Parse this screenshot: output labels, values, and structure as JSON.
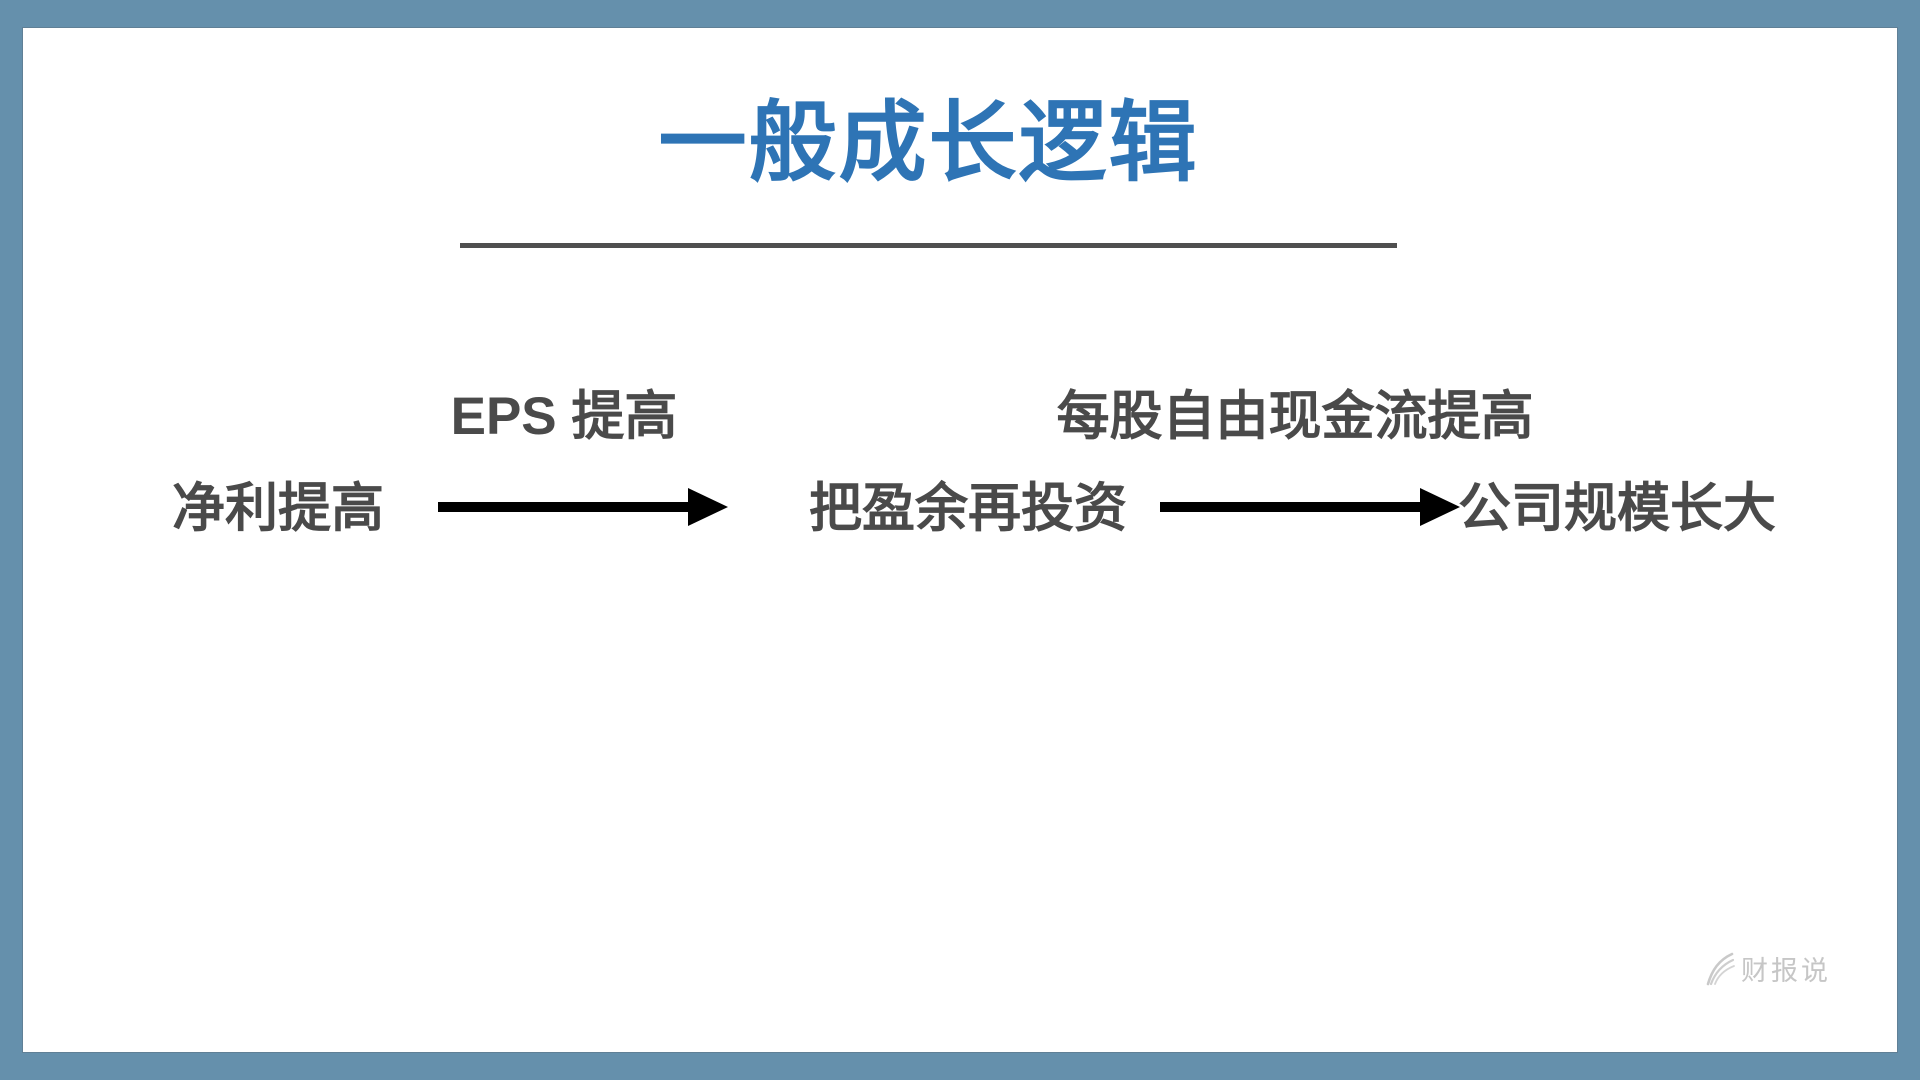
{
  "slide": {
    "title": "一般成长逻辑",
    "flow": {
      "nodes": [
        {
          "id": "net-profit-up",
          "label": "净利提高"
        },
        {
          "id": "reinvest-earnings",
          "label": "把盈余再投资"
        },
        {
          "id": "company-scale-up",
          "label": "公司规模长大"
        }
      ],
      "arrows": [
        {
          "from": "net-profit-up",
          "to": "reinvest-earnings",
          "label": "EPS 提高"
        },
        {
          "from": "reinvest-earnings",
          "to": "company-scale-up",
          "label": "每股自由现金流提高"
        }
      ]
    },
    "watermark": {
      "label": "财报说"
    }
  },
  "colors": {
    "page_background": "#6590ac",
    "slide_background": "#ffffff",
    "title": "#2e74b5",
    "divider": "#4f4f4f",
    "text": "#4a4a4a",
    "arrow": "#000000",
    "watermark": "#c6c6c6"
  }
}
